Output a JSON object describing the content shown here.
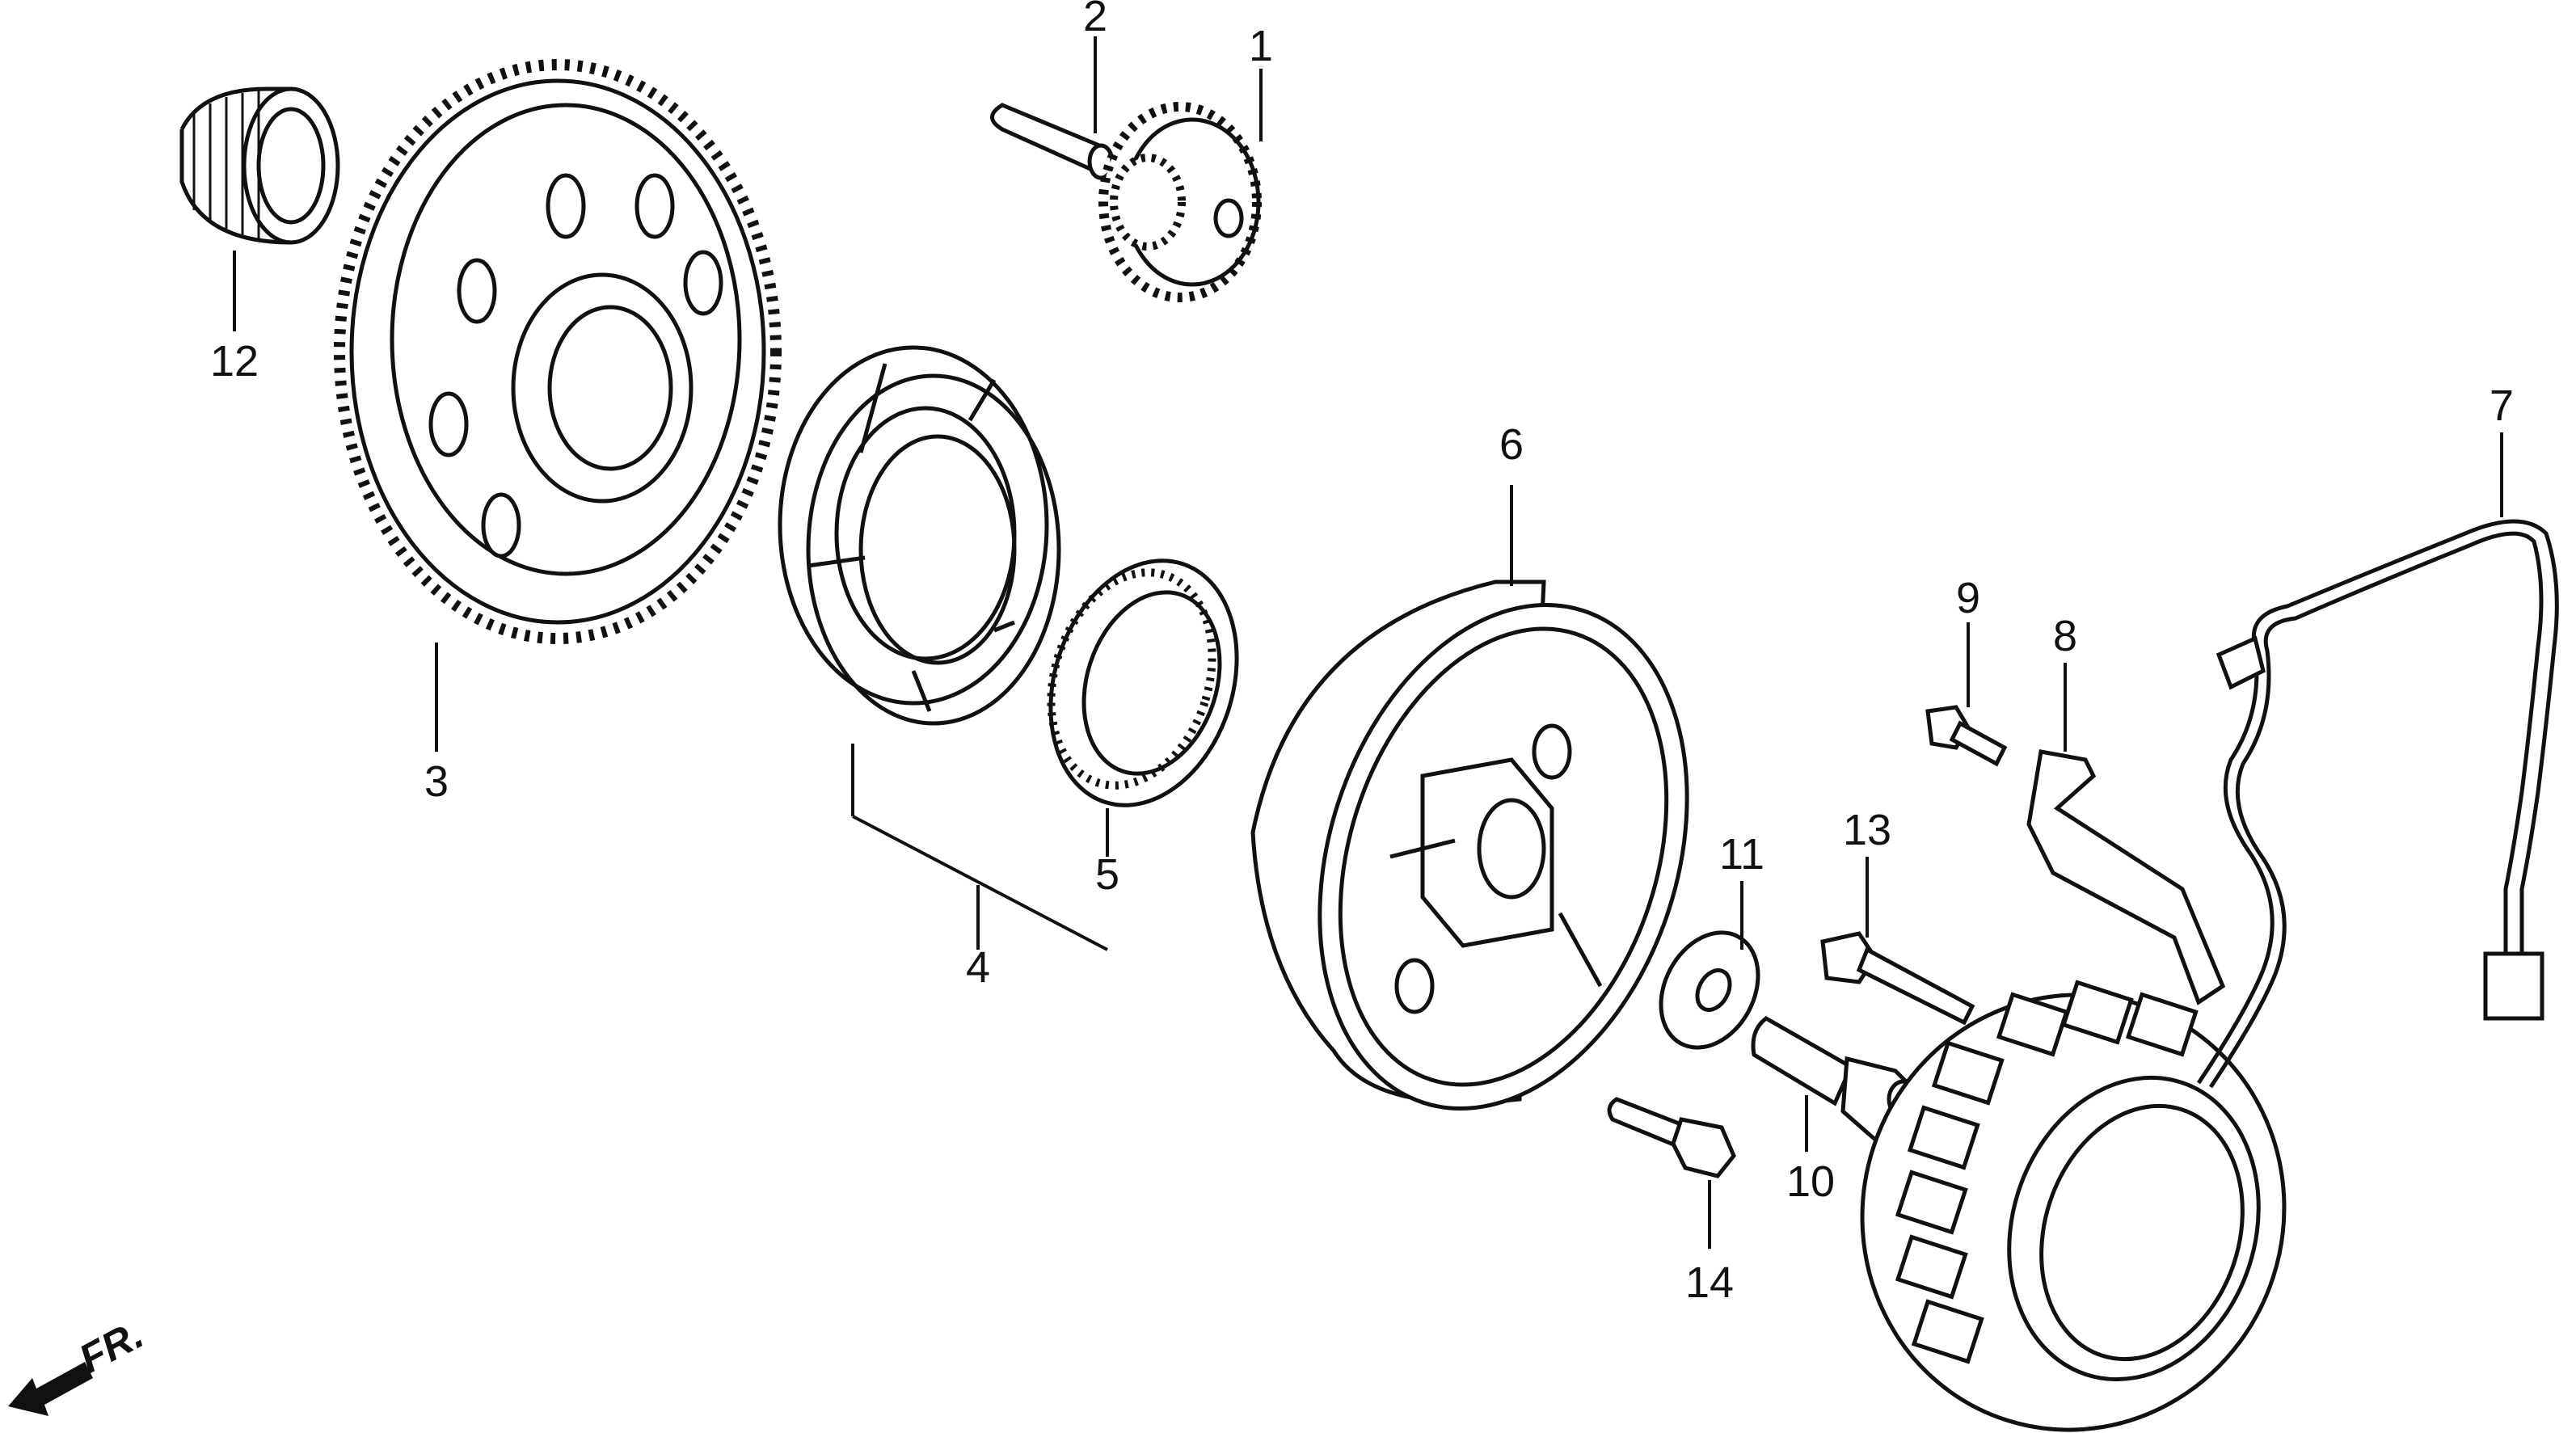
{
  "callouts": [
    "1",
    "2",
    "3",
    "4",
    "5",
    "6",
    "7",
    "8",
    "9",
    "10",
    "11",
    "12",
    "13",
    "14"
  ],
  "direction_label": "FR."
}
